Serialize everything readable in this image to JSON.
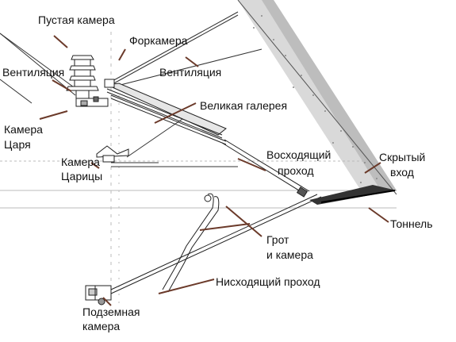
{
  "labels": {
    "empty_chamber": "Пустая камера",
    "antechamber": "Форкамера",
    "ventilation_left": "Вентиляция",
    "ventilation_right": "Вентиляция",
    "grand_gallery": "Великая галерея",
    "kings_chamber_line1": "Камера",
    "kings_chamber_line2": "Царя",
    "queens_chamber_line1": "Камера",
    "queens_chamber_line2": "Царицы",
    "ascending_line1": "Восходящий",
    "ascending_line2": "проход",
    "hidden_line1": "Скрытый",
    "hidden_line2": "вход",
    "tunnel": "Тоннель",
    "grotto_line1": "Грот",
    "grotto_line2": "и камера",
    "descending": "Нисходящий проход",
    "underground_line1": "Подземная",
    "underground_line2": "камера"
  },
  "colors": {
    "ink": "#111111",
    "leader": "#6b3a2a",
    "stone": "#cfcfcf"
  }
}
